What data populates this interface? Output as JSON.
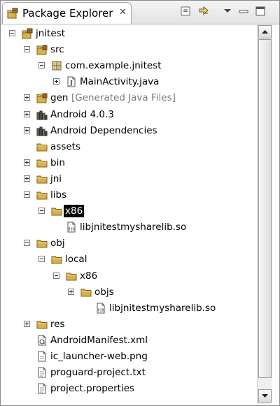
{
  "view": {
    "title": "Package Explorer",
    "close_glyph": "✕",
    "toolbar": [
      "collapse-all-icon",
      "link-with-editor-icon",
      "view-menu-icon",
      "minimize-icon",
      "maximize-icon"
    ]
  },
  "tree": [
    {
      "label": "jnitest",
      "icon": "android-project-icon",
      "toggle": "expanded"
    },
    {
      "label": "src",
      "icon": "source-folder-icon",
      "toggle": "expanded"
    },
    {
      "label": "com.example.jnitest",
      "icon": "package-icon",
      "toggle": "expanded"
    },
    {
      "label": "MainActivity.java",
      "icon": "java-file-icon",
      "toggle": "collapsed"
    },
    {
      "label": "gen",
      "suffix": "[Generated Java Files]",
      "icon": "source-folder-icon",
      "toggle": "collapsed"
    },
    {
      "label": "Android 4.0.3",
      "icon": "library-icon",
      "toggle": "collapsed"
    },
    {
      "label": "Android Dependencies",
      "icon": "library-icon",
      "toggle": "collapsed"
    },
    {
      "label": "assets",
      "icon": "folder-icon",
      "toggle": "none"
    },
    {
      "label": "bin",
      "icon": "folder-icon",
      "toggle": "collapsed"
    },
    {
      "label": "jni",
      "icon": "folder-icon",
      "toggle": "collapsed"
    },
    {
      "label": "libs",
      "icon": "folder-icon",
      "toggle": "expanded"
    },
    {
      "label": "x86",
      "icon": "folder-icon",
      "toggle": "expanded",
      "selected": true
    },
    {
      "label": "libjnitestmysharelib.so",
      "icon": "binary-file-icon",
      "toggle": "none"
    },
    {
      "label": "obj",
      "icon": "folder-icon",
      "toggle": "expanded"
    },
    {
      "label": "local",
      "icon": "folder-icon",
      "toggle": "expanded"
    },
    {
      "label": "x86",
      "icon": "folder-icon",
      "toggle": "expanded"
    },
    {
      "label": "objs",
      "icon": "folder-icon",
      "toggle": "collapsed"
    },
    {
      "label": "libjnitestmysharelib.so",
      "icon": "binary-file-icon",
      "toggle": "none"
    },
    {
      "label": "res",
      "icon": "folder-icon",
      "toggle": "collapsed"
    },
    {
      "label": "AndroidManifest.xml",
      "icon": "xml-file-icon",
      "toggle": "none"
    },
    {
      "label": "ic_launcher-web.png",
      "icon": "image-file-icon",
      "toggle": "none"
    },
    {
      "label": "proguard-project.txt",
      "icon": "text-file-icon",
      "toggle": "none"
    },
    {
      "label": "project.properties",
      "icon": "text-file-icon",
      "toggle": "none"
    }
  ],
  "colors": {
    "folder": "#d8b24a",
    "selection": "#0a0a0a",
    "secondary_text": "#7a7a7a"
  }
}
